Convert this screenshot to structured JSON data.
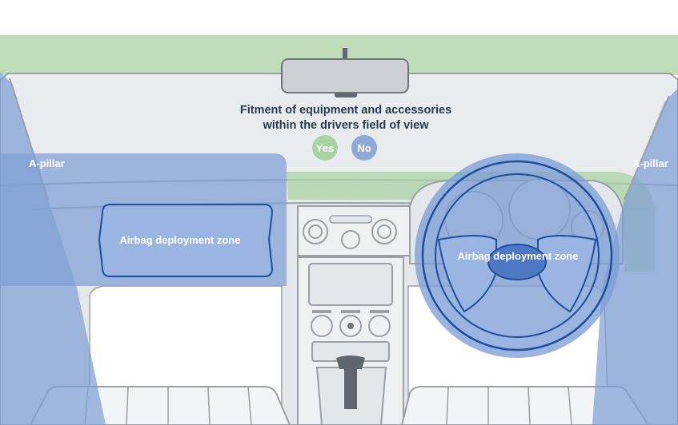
{
  "title": {
    "line1": "Fitment of equipment and accessories",
    "line2": "within the drivers field of view"
  },
  "legend": {
    "yes": {
      "label": "Yes",
      "color": "#a9d3a4"
    },
    "no": {
      "label": "No",
      "color": "#8fa9d6"
    }
  },
  "labels": {
    "a_pillar_left": "A-pillar",
    "a_pillar_right": "A-pillar",
    "airbag_passenger": "Airbag deployment zone",
    "airbag_driver": "Airbag deployment zone"
  },
  "colors": {
    "windscreen_permitted": "#bfdcb9",
    "restricted_zone": "#7f9fd6",
    "outline": "#9aa0a6",
    "interior": "#e9ecef",
    "airbag_border": "#1f4e9e"
  }
}
